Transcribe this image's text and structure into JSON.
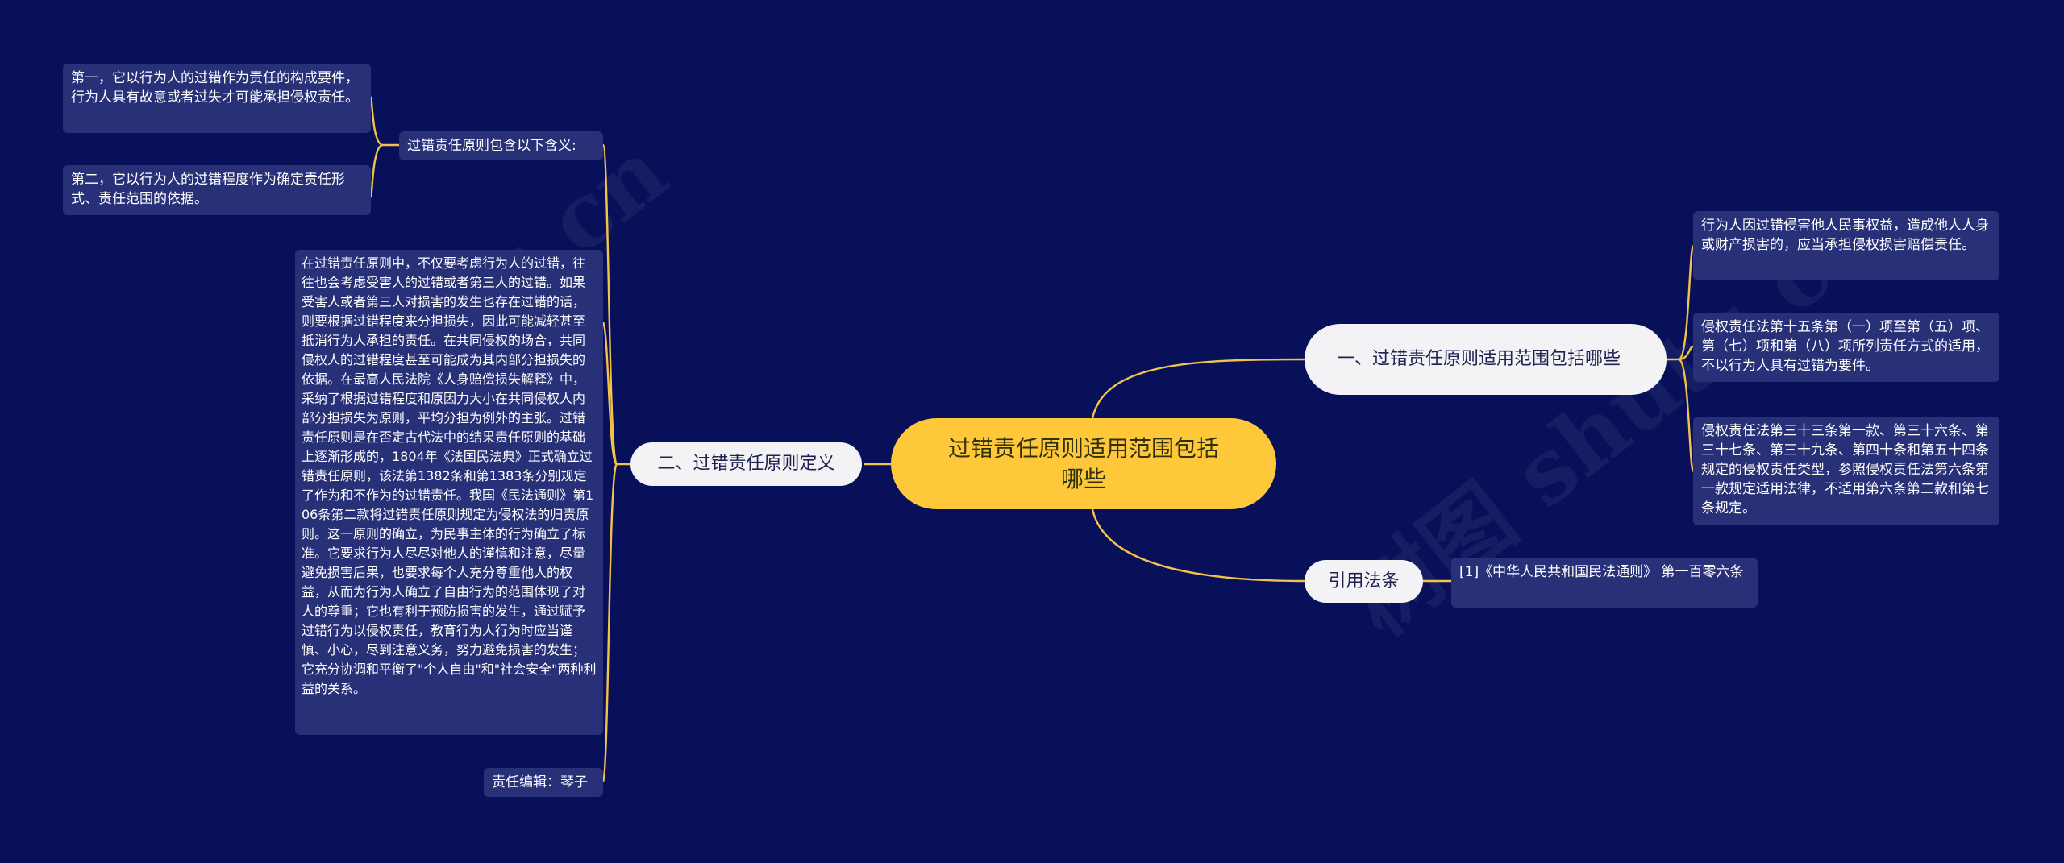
{
  "watermarks": [
    "树图 shutu.cn",
    "shutu.cn"
  ],
  "root": {
    "label": "过错责任原则适用范围包括哪些"
  },
  "branches": {
    "scope": {
      "label": "一、过错责任原则适用范围包括哪些"
    },
    "definition": {
      "label": "二、过错责任原则定义"
    },
    "citation": {
      "label": "引用法条"
    }
  },
  "leaves": {
    "scope_1": "行为人因过错侵害他人民事权益，造成他人人身或财产损害的，应当承担侵权损害赔偿责任。",
    "scope_2": "侵权责任法第十五条第（一）项至第（五）项、第（七）项和第（八）项所列责任方式的适用，不以行为人具有过错为要件。",
    "scope_3": "侵权责任法第三十三条第一款、第三十六条、第三十七条、第三十九条、第四十条和第五十四条规定的侵权责任类型，参照侵权责任法第六条第一款规定适用法律，不适用第六条第二款和第七条规定。",
    "meaning_label": "过错责任原则包含以下含义:",
    "meaning_1": "第一，它以行为人的过错作为责任的构成要件，行为人具有故意或者过失才可能承担侵权责任。",
    "meaning_2": "第二，它以行为人的过错程度作为确定责任形式、责任范围的依据。",
    "definition_text": "在过错责任原则中，不仅要考虑行为人的过错，往往也会考虑受害人的过错或者第三人的过错。如果受害人或者第三人对损害的发生也存在过错的话，则要根据过错程度来分担损失，因此可能减轻甚至抵消行为人承担的责任。在共同侵权的场合，共同侵权人的过错程度甚至可能成为其内部分担损失的依据。在最高人民法院《人身赔偿损失解释》中，采纳了根据过错程度和原因力大小在共同侵权人内部分担损失为原则，平均分担为例外的主张。过错责任原则是在否定古代法中的结果责任原则的基础上逐渐形成的，1804年《法国民法典》正式确立过错责任原则，该法第1382条和第1383条分别规定了作为和不作为的过错责任。我国《民法通则》第106条第二款将过错责任原则规定为侵权法的归责原则。这一原则的确立，为民事主体的行为确立了标准。它要求行为人尽尽对他人的谨慎和注意，尽量避免损害后果，也要求每个人充分尊重他人的权益，从而为行为人确立了自由行为的范围体现了对人的尊重；它也有利于预防损害的发生，通过赋予过错行为以侵权责任，教育行为人行为时应当谨慎、小心，尽到注意义务，努力避免损害的发生；它充分协调和平衡了\"个人自由\"和\"社会安全\"两种利益的关系。",
    "editor": "责任编辑：琴子",
    "citation_1": "[1]《中华人民共和国民法通则》 第一百零六条"
  },
  "colors": {
    "background": "#08105a",
    "root_fill": "#ffc83a",
    "branch_fill": "#f3f3f6",
    "leaf_fill": "#283078",
    "connector": "#f3c24a"
  }
}
